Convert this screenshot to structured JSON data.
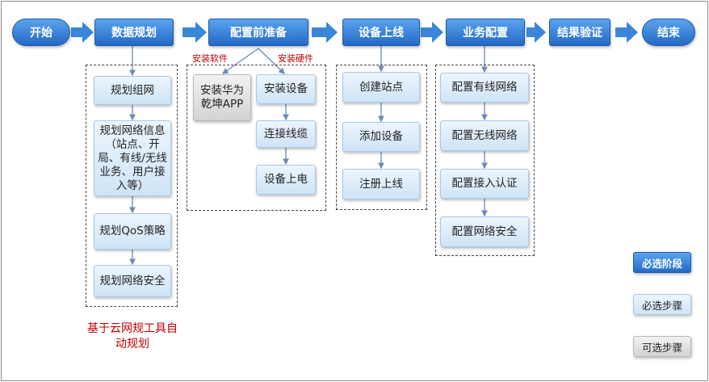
{
  "stages": {
    "start": "开始",
    "data_planning": "数据规划",
    "pre_config": "配置前准备",
    "device_online": "设备上线",
    "service_config": "业务配置",
    "result_verify": "结果验证",
    "end": "结束"
  },
  "planning_steps": [
    "规划组网",
    "规划网络信息（站点、开局、有线/无线业务、用户接入等）",
    "规划QoS策略",
    "规划网络安全"
  ],
  "planning_note": "基于云网规工具自动规划",
  "pre_config": {
    "software_label": "安装软件",
    "hardware_label": "安装硬件",
    "software_step": "安装华为乾坤APP",
    "hardware_steps": [
      "安装设备",
      "连接线缆",
      "设备上电"
    ]
  },
  "online_steps": [
    "创建站点",
    "添加设备",
    "注册上线"
  ],
  "service_steps": [
    "配置有线网络",
    "配置无线网络",
    "配置接入认证",
    "配置网络安全"
  ],
  "legend": {
    "stage": "必选阶段",
    "step": "必选步骤",
    "optional": "可选步骤"
  },
  "colors": {
    "stage": "#2e7bd6",
    "step": "#dcebfa",
    "optional": "#d9d9d9",
    "note_red": "#c00000"
  }
}
